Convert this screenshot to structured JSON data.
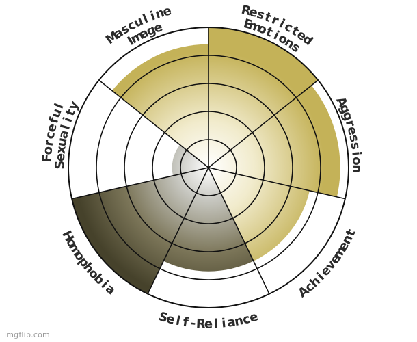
{
  "chart_data": {
    "type": "radial-bar",
    "title": "",
    "rings": 5,
    "max_value": 5,
    "categories": [
      "Restricted Emotions",
      "Aggression",
      "Achievement",
      "Self-Reliance",
      "Homophobia",
      "Forceful Sexuality",
      "Masculine Image"
    ],
    "values": [
      5,
      4.7,
      3.7,
      3.7,
      5,
      1.3,
      4.4
    ],
    "grid": true,
    "fill_gradient": {
      "center": "#ffffff",
      "light": "#d8c87a",
      "dark": "#48432c"
    }
  },
  "label_lines": {
    "restricted_emotions": [
      "Restricted",
      "Emotions"
    ],
    "aggression": [
      "Aggression"
    ],
    "achievement": [
      "Achievement"
    ],
    "self_reliance": [
      "Self-Reliance"
    ],
    "homophobia": [
      "Homophobia"
    ],
    "forceful_sexuality": [
      "Forceful",
      "Sexuality"
    ],
    "masculine_image": [
      "Masculine",
      "Image"
    ]
  },
  "watermark": "imgflip.com"
}
